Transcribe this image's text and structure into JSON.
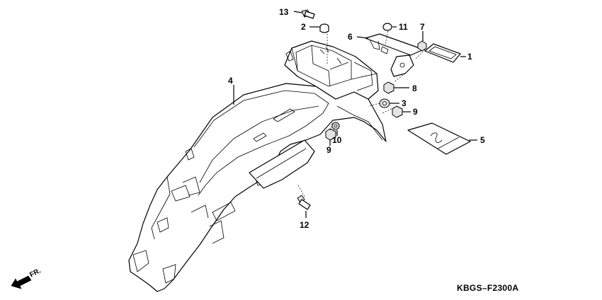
{
  "drawing_code": "KBGS–F2300A",
  "front_indicator": "FR.",
  "callouts": [
    {
      "id": "c1",
      "label": "1"
    },
    {
      "id": "c2",
      "label": "2"
    },
    {
      "id": "c3",
      "label": "3"
    },
    {
      "id": "c4",
      "label": "4"
    },
    {
      "id": "c5",
      "label": "5"
    },
    {
      "id": "c6",
      "label": "6"
    },
    {
      "id": "c7",
      "label": "7"
    },
    {
      "id": "c8",
      "label": "8"
    },
    {
      "id": "c9a",
      "label": "9"
    },
    {
      "id": "c9b",
      "label": "9"
    },
    {
      "id": "c10",
      "label": "10"
    },
    {
      "id": "c11",
      "label": "11"
    },
    {
      "id": "c12",
      "label": "12"
    },
    {
      "id": "c13",
      "label": "13"
    }
  ]
}
